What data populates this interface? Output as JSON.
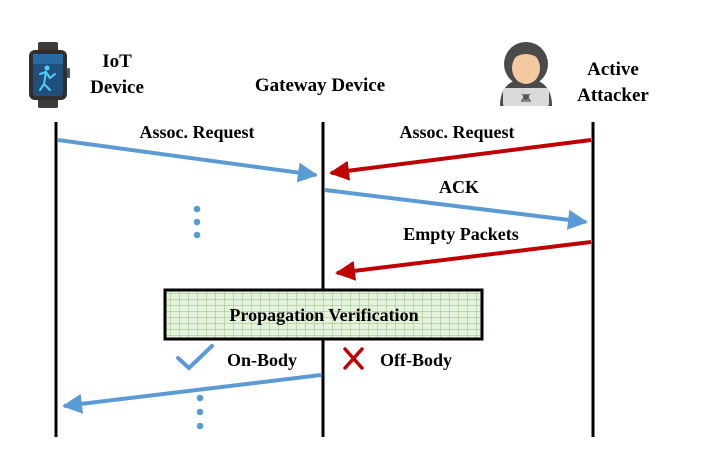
{
  "actors": {
    "iot": {
      "line1": "IoT",
      "line2": "Device",
      "icon": "smartwatch-icon"
    },
    "gateway": {
      "label": "Gateway Device"
    },
    "attacker": {
      "line1": "Active",
      "line2": "Attacker",
      "icon": "hacker-icon"
    }
  },
  "messages": {
    "iot_assoc": "Assoc. Request",
    "attacker_assoc": "Assoc. Request",
    "ack": "ACK",
    "empty": "Empty Packets"
  },
  "verification": {
    "label": "Propagation Verification"
  },
  "outcomes": {
    "on_body": "On-Body",
    "off_body": "Off-Body"
  },
  "colors": {
    "legit": "#5b9bd5",
    "attack": "#c00000",
    "grid_fill": "#e6f2dd",
    "grid_line": "#8fc27a",
    "check": "#5b9bd5",
    "cross": "#c00000"
  }
}
